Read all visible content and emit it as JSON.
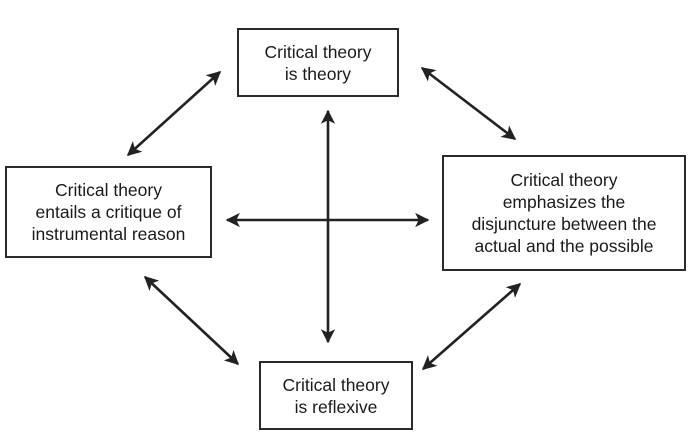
{
  "diagram": {
    "type": "concept-map",
    "nodes": [
      {
        "id": "top",
        "label": "Critical theory\nis theory"
      },
      {
        "id": "left",
        "label": "Critical theory\nentails a critique of\ninstrumental reason"
      },
      {
        "id": "right",
        "label": "Critical theory\nemphasizes the\ndisjuncture between the\nactual and the possible"
      },
      {
        "id": "bottom",
        "label": "Critical theory\nis reflexive"
      }
    ],
    "edges": [
      {
        "from": "top",
        "to": "left",
        "direction": "bidirectional"
      },
      {
        "from": "top",
        "to": "right",
        "direction": "bidirectional"
      },
      {
        "from": "left",
        "to": "bottom",
        "direction": "bidirectional"
      },
      {
        "from": "right",
        "to": "bottom",
        "direction": "bidirectional"
      },
      {
        "from": "top",
        "to": "bottom",
        "direction": "bidirectional"
      },
      {
        "from": "left",
        "to": "right",
        "direction": "bidirectional"
      }
    ],
    "colors": {
      "stroke": "#222222",
      "background": "#ffffff",
      "text": "#1a1a1a"
    }
  }
}
